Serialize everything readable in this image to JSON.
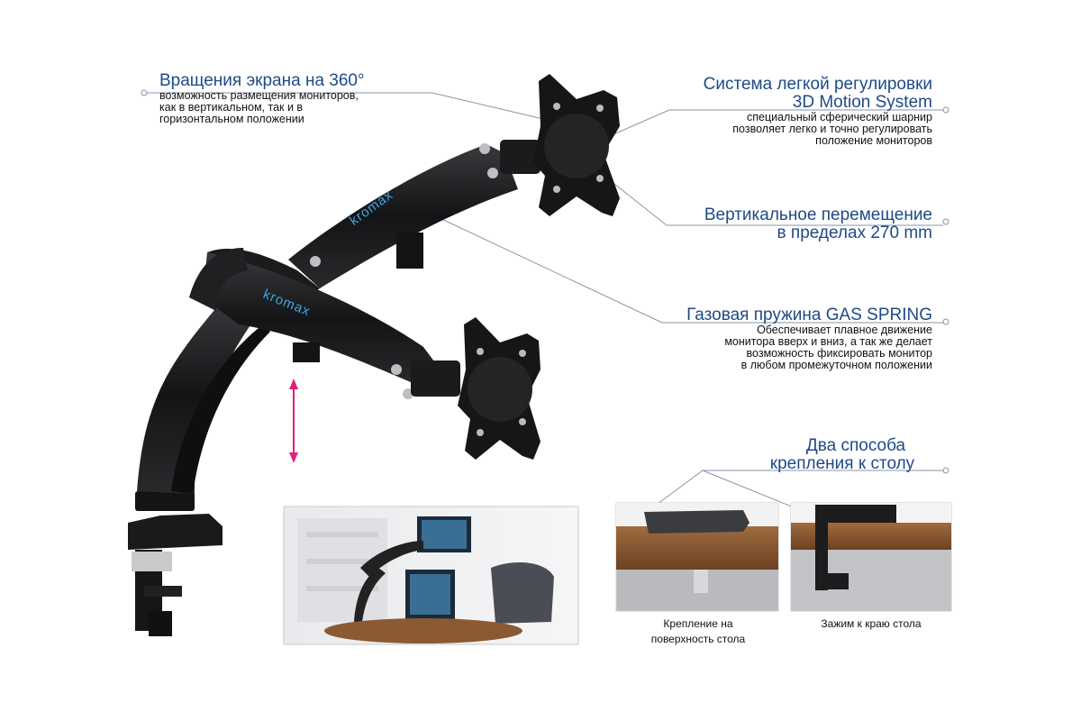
{
  "callouts": {
    "rotation": {
      "title": "Вращения экрана на 360°",
      "lines": [
        "возможность размещения мониторов,",
        "как в вертикальном, так и в",
        "горизонтальном положении"
      ]
    },
    "motion": {
      "title_lines": [
        "Система легкой регулировки",
        "3D Motion System"
      ],
      "lines": [
        "специальный сферический шарнир",
        "позволяет легко и точно регулировать",
        "положение мониторов"
      ]
    },
    "vertical": {
      "title_lines": [
        "Вертикальное перемещение",
        "в пределах 270 mm"
      ]
    },
    "gas": {
      "title": "Газовая пружина GAS SPRING",
      "lines": [
        "Обеспечивает плавное движение",
        "монитора вверх и вниз, а так же делает",
        "возможность фиксировать монитор",
        "в любом промежуточном положении"
      ]
    },
    "mount": {
      "title_lines": [
        "Два способа",
        "крепления к столу"
      ]
    }
  },
  "captions": {
    "surface": [
      "Крепление на",
      "поверхность стола"
    ],
    "clamp": [
      "Зажим к краю стола"
    ]
  },
  "brand": {
    "logo_text": "kromax"
  },
  "colors": {
    "title": "#1f4a86",
    "arrow": "#e0217d",
    "arm": "#1b1b1d",
    "logo": "#38a9e0",
    "wood": "#8b5a32"
  }
}
